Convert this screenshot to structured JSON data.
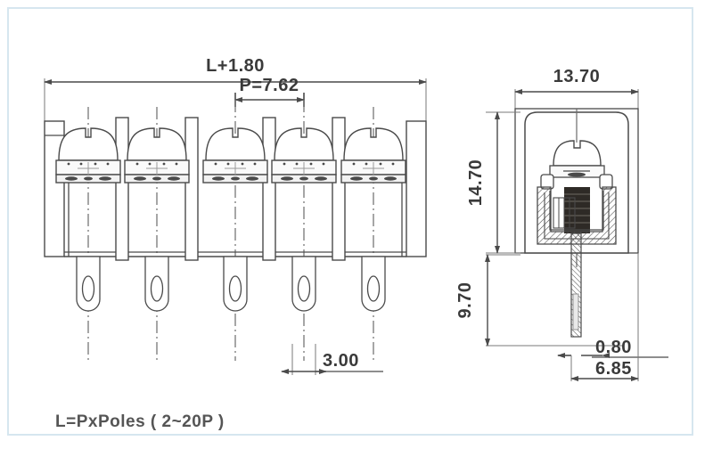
{
  "drawing": {
    "title": "Terminal block mechanical drawing",
    "border_color": "#d6e6ef",
    "line_color": "#4a4a4a",
    "text_color": "#3a3a3a",
    "background": "#ffffff"
  },
  "dimensions": {
    "overall_length": "L+1.80",
    "pitch": "P=7.62",
    "pin_spacing": "3.00",
    "side_width": "13.70",
    "body_height": "14.70",
    "pin_length": "9.70",
    "pin_thickness": "0.80",
    "pin_offset": "6.85"
  },
  "notes": {
    "pole_note": "L=PxPoles ( 2~20P )"
  },
  "views": {
    "front": {
      "name": "front-elevation-view",
      "poles": 5
    },
    "side": {
      "name": "side-section-view"
    }
  }
}
